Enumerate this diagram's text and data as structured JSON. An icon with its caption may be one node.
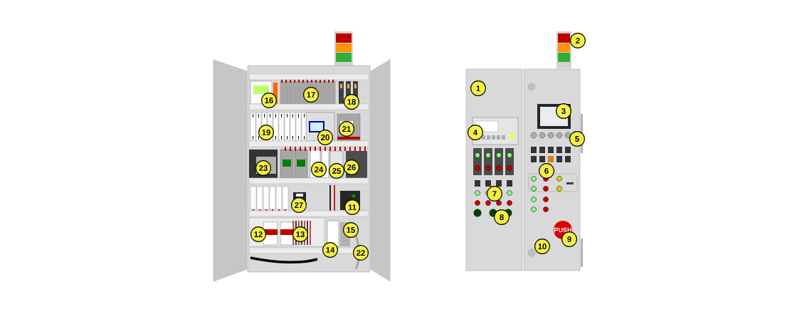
{
  "diagram": {
    "labels": [
      "2",
      "1",
      "16",
      "17",
      "18",
      "3",
      "19",
      "21",
      "20",
      "4",
      "5",
      "23",
      "24",
      "25",
      "26",
      "6",
      "7",
      "27",
      "11",
      "8",
      "15",
      "12",
      "13",
      "PUSH",
      "9",
      "10",
      "14",
      "22"
    ]
  }
}
